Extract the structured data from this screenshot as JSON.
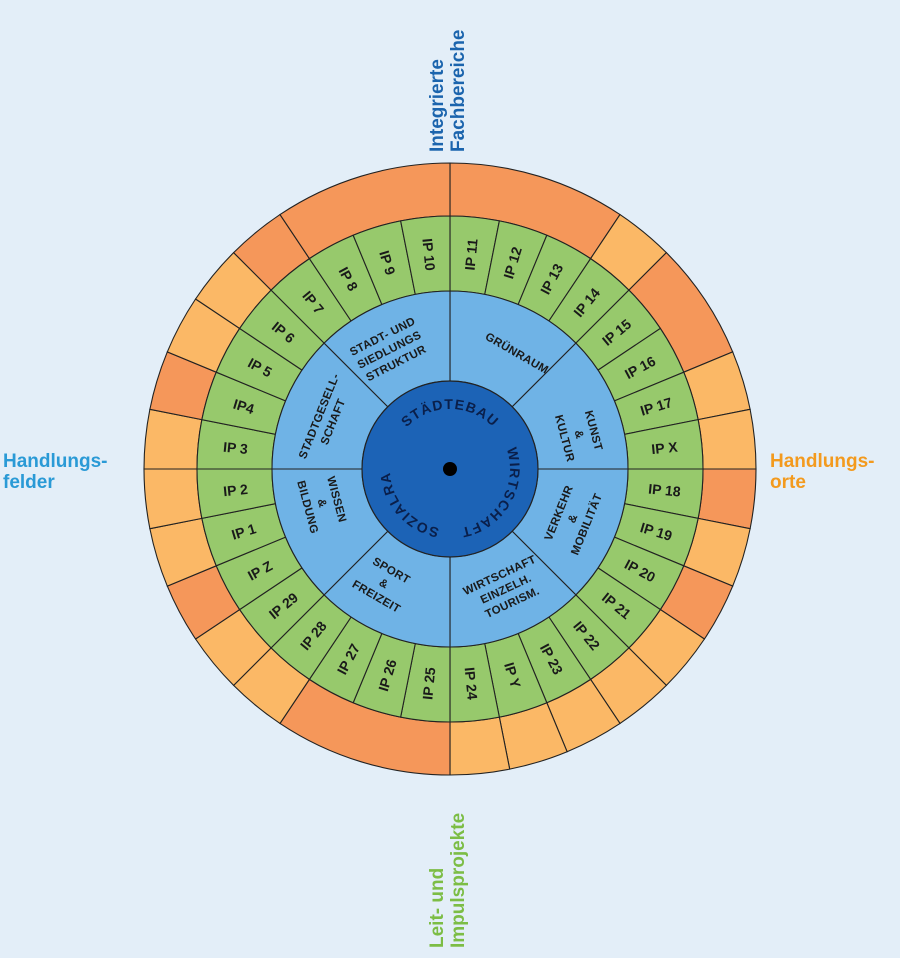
{
  "labels": {
    "top": [
      "Integrierte",
      "Fachbereiche"
    ],
    "left": [
      "Handlungs-",
      "felder"
    ],
    "right": [
      "Handlungs-",
      "orte"
    ],
    "bottom": [
      "Leit- und",
      "Impulsprojekte"
    ]
  },
  "core": {
    "words": [
      {
        "text": "STÄDTEBAU",
        "angle": 0
      },
      {
        "text": "WIRTSCHAFT",
        "angle": 120
      },
      {
        "text": "SOZIALRAUM",
        "angle": 240
      }
    ]
  },
  "fields": [
    {
      "lines": [
        "GRÜNRAUM"
      ],
      "angle": 30
    },
    {
      "lines": [
        "KUNST",
        "&",
        "KULTUR"
      ],
      "angle": 75
    },
    {
      "lines": [
        "VERKEHR",
        "&",
        "MOBILITÄT"
      ],
      "angle": 112
    },
    {
      "lines": [
        "WIRTSCHAFT",
        "EINZELH.",
        "TOURISM."
      ],
      "angle": 155
    },
    {
      "lines": [
        "SPORT",
        "&",
        "FREIZEIT"
      ],
      "angle": 210
    },
    {
      "lines": [
        "WISSEN",
        "&",
        "BILDUNG"
      ],
      "angle": 255
    },
    {
      "lines": [
        "STADTGESELL-",
        "SCHAFT"
      ],
      "angle": 292
    },
    {
      "lines": [
        "STADT- UND",
        "SIEDLUNGS",
        "STRUKTUR"
      ],
      "angle": 333
    }
  ],
  "projects": [
    "IP 11",
    "IP 12",
    "IP 13",
    "IP 14",
    "IP 15",
    "IP 16",
    "IP 17",
    "IP X",
    "IP 18",
    "IP 19",
    "IP 20",
    "IP 21",
    "IP 22",
    "IP 23",
    "IP Y",
    "IP 24",
    "IP 25",
    "IP 26",
    "IP 27",
    "IP 28",
    "IP 29",
    "IP Z",
    "IP 1",
    "IP 2",
    "IP 3",
    "IP4",
    "IP 5",
    "IP 6",
    "IP 7",
    "IP 8",
    "IP 9",
    "IP 10"
  ],
  "colors": {
    "background": "#e3eef8",
    "outer_orange": "#f5975a",
    "outer_light": "#fbb866",
    "green": "#97c96c",
    "field_blue": "#6fb3e6",
    "core_blue": "#1c63b6",
    "text_top": "#1b64ad",
    "text_left": "#2a9ad6",
    "text_right": "#f39a1e",
    "text_bottom": "#7cbd45"
  }
}
